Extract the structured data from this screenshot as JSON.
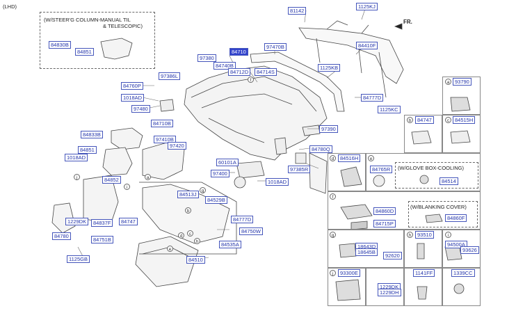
{
  "header": {
    "variant": "(LHD)",
    "direction": "FR."
  },
  "notes": {
    "steering": [
      "(W/STEER'G COLUMN-MANUAL TIL",
      "& TELESCOPIC)"
    ],
    "glovebox_cooling": "(W/GLOVE BOX-COOLING)",
    "blanking_cover": "(W/BLANKING COVER)"
  },
  "parts": {
    "p81142": "81142",
    "p1125KJ": "1125KJ",
    "p84410F": "84410F",
    "p1125KB": "1125KB",
    "p84777D_top": "84777D",
    "p1125KC": "1125KC",
    "p84830B": "84830B",
    "p84851_a": "84851",
    "p97380": "97380",
    "p84710": "84710",
    "p97470B": "97470B",
    "p84740B": "84740B",
    "p84712D": "84712D",
    "p84714S": "84714S",
    "p97386L": "97386L",
    "p84760P": "84760P",
    "p1018AD_a": "1018AD",
    "p97480": "97480",
    "p97390": "97390",
    "p84833B": "84833B",
    "p84710B": "84710B",
    "p97410B": "97410B",
    "p97420": "97420",
    "p84851_b": "84851",
    "p1018AD_b": "1018AD",
    "p84852": "84852",
    "p60101A": "60101A",
    "p97400": "97400",
    "p1018AD_c": "1018AD",
    "p84780Q": "84780Q",
    "p97385R": "97385R",
    "p84513J": "84513J",
    "p84529B": "84529B",
    "p84777D_mid": "84777D",
    "p84750W": "84750W",
    "p84535A": "84535A",
    "p84510": "84510",
    "p1229DK": "1229DK",
    "p84837F": "84837F",
    "p84747_a": "84747",
    "p84780": "84780",
    "p84751B": "84751B",
    "p1125GB": "1125GB",
    "p93790": "93790",
    "p84747_b": "84747",
    "p84515H": "84515H",
    "p84516H": "84516H",
    "p84765R": "84765R",
    "p84514": "84514",
    "p84860D": "84860D",
    "p84715P": "84715P",
    "p84860F": "84860F",
    "p18643D": "18643D",
    "p18645B": "18645B",
    "p92620": "92620",
    "p93510": "93510",
    "p94500A": "94500A",
    "p93626": "93626",
    "p1141FF": "1141FF",
    "p1339CC": "1339CC",
    "p93300E": "93300E",
    "p1229DK_b": "1229DK",
    "p1229DH": "1229DH"
  },
  "callouts": {
    "a": "a",
    "b": "b",
    "c": "c",
    "d": "d",
    "e": "e",
    "f": "f",
    "g": "g",
    "h": "h",
    "i": "i",
    "j": "j"
  }
}
